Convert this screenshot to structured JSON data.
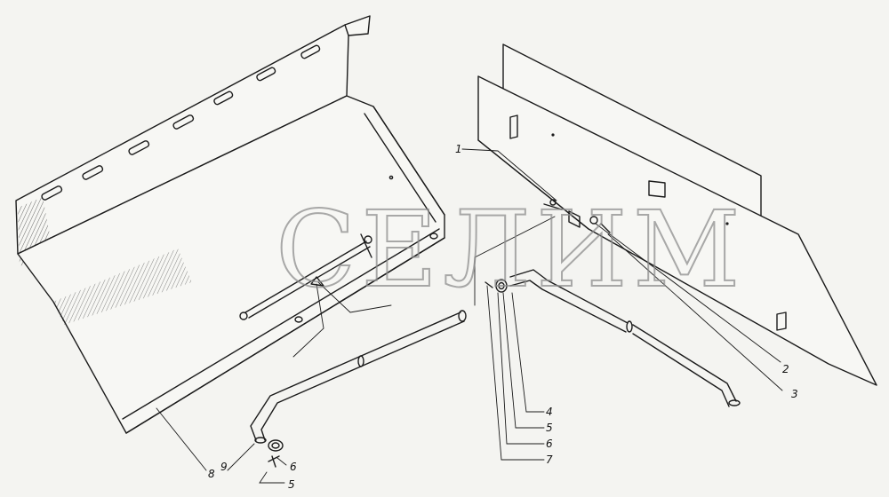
{
  "watermark": "СЕЛИМ",
  "callouts": {
    "left": [
      {
        "id": "c8",
        "label": "8"
      },
      {
        "id": "c9",
        "label": "9"
      },
      {
        "id": "c6",
        "label": "6"
      },
      {
        "id": "c5",
        "label": "5"
      }
    ],
    "right": [
      {
        "id": "r1",
        "label": "1"
      },
      {
        "id": "r2",
        "label": "2"
      },
      {
        "id": "r3",
        "label": "3"
      },
      {
        "id": "r4",
        "label": "4"
      },
      {
        "id": "r5",
        "label": "5"
      },
      {
        "id": "r6",
        "label": "6"
      },
      {
        "id": "r7",
        "label": "7"
      }
    ]
  }
}
